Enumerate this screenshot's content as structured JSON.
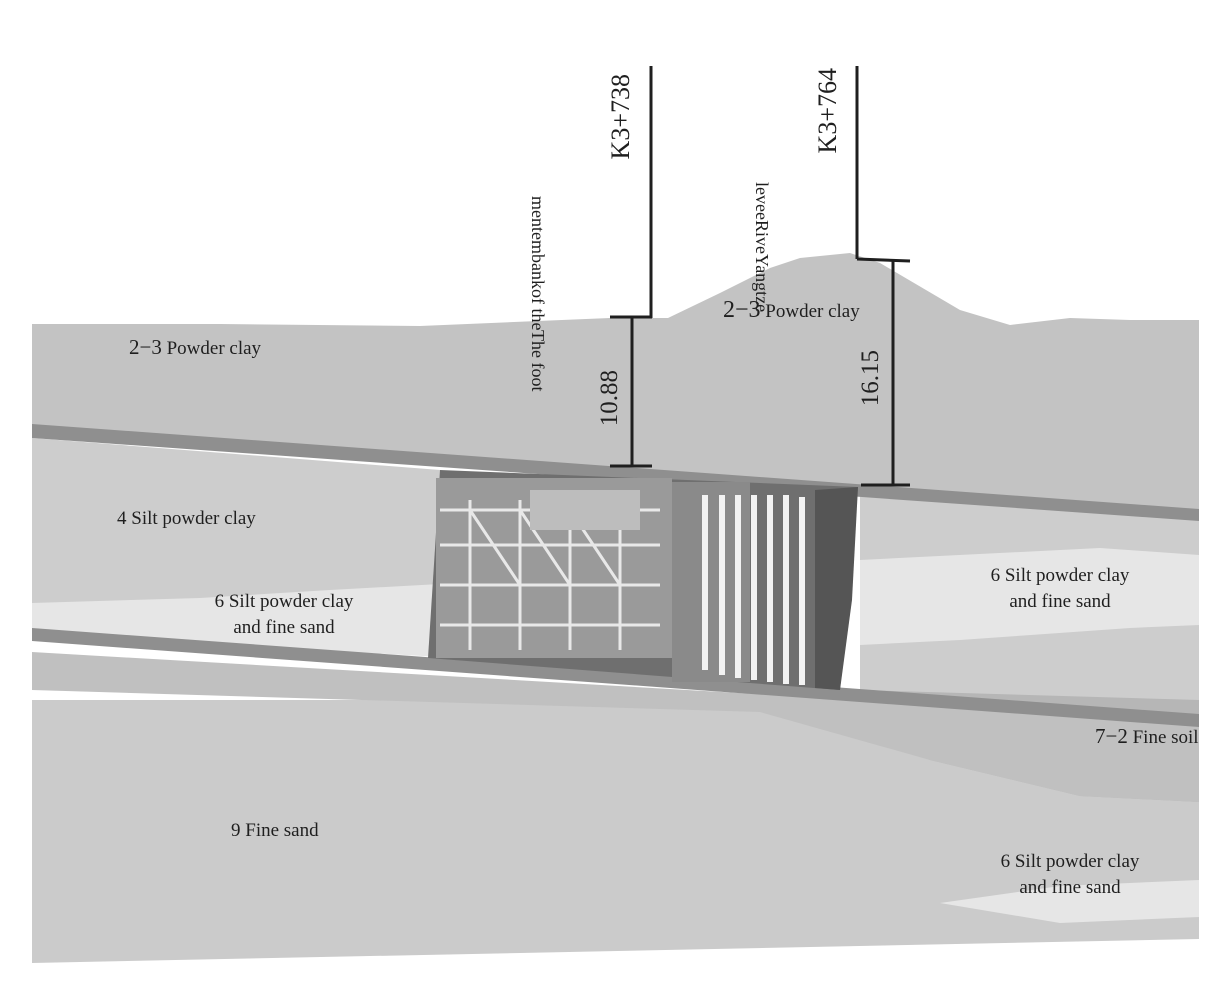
{
  "chainages": {
    "left": "K3+738",
    "right": "K3+764"
  },
  "annotations": {
    "embankment_lines": [
      "The foot",
      "of the",
      "embank",
      "ment"
    ],
    "levee_lines": [
      "Yangtze",
      "Rive",
      "levee"
    ]
  },
  "dimensions": {
    "left_depth": "10.88",
    "right_depth": "16.15"
  },
  "strata": {
    "clay_left": {
      "number": "2−3",
      "name": "Powder clay"
    },
    "clay_levee": {
      "number": "2−3",
      "name": "Powder clay"
    },
    "silt_clay": {
      "number": "4",
      "name": "Silt powder clay"
    },
    "silt_sand_left": {
      "line1": "6 Silt powder clay",
      "line2": "and fine sand"
    },
    "silt_sand_right": {
      "line1": "6 Silt powder clay",
      "line2": "and fine sand"
    },
    "fine_soil": {
      "number": "7−2",
      "name": "Fine soil"
    },
    "fine_sand": {
      "number": "9",
      "name": "Fine sand"
    },
    "silt_sand_bottom": {
      "line1": "6 Silt powder clay",
      "line2": "and fine sand"
    }
  },
  "colors": {
    "background": "#ffffff",
    "clay": "#c3c3c3",
    "silt_sand": "#e6e6e6",
    "silt_clay": "#cdcdcd",
    "fine_soil": "#b6b6b6",
    "fine_sand": "#cbcbcb",
    "tunnel_band": "#8f8f8f",
    "tbm_body": "#7e7e7e",
    "lines": "#1f1f1f"
  }
}
